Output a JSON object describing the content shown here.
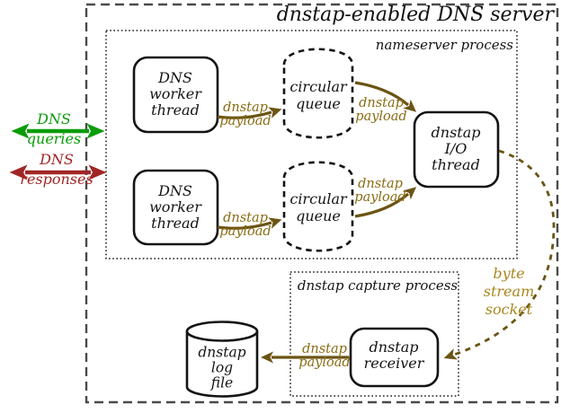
{
  "title": "dnstap-enabled DNS server",
  "colors": {
    "arrow_gold": "#6b5414",
    "label_gold": "#8a6d14",
    "byte_stream_gold": "#a8871f",
    "queries_green": "#0a9c0a",
    "responses_red": "#a12626",
    "outer_border": "#4a4a4a",
    "stroke_black": "#141414"
  },
  "legend": {
    "queries": "DNS\nqueries",
    "responses": "DNS\nresponses"
  },
  "nameserver_process": {
    "label": "nameserver process",
    "workers": [
      "DNS\nworker\nthread",
      "DNS\nworker\nthread"
    ],
    "queues": [
      "circular\nqueue",
      "circular\nqueue"
    ],
    "io_thread": "dnstap\nI/O\nthread"
  },
  "capture_process": {
    "label": "dnstap capture process",
    "receiver": "dnstap\nreceiver"
  },
  "log_file": "dnstap\nlog\nfile",
  "flow_labels": {
    "payload": "dnstap\npayload",
    "byte_stream": "byte stream\nsocket"
  }
}
